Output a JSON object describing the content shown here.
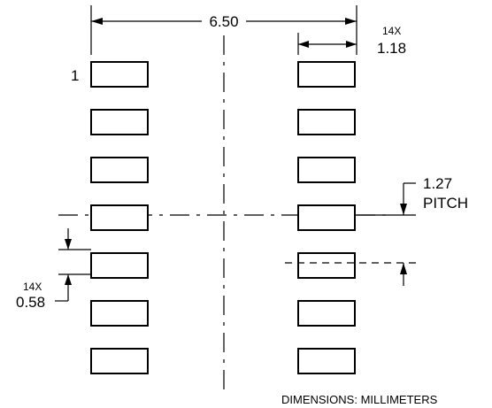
{
  "labels": {
    "overall_width": "6.50",
    "pad_length_count": "14X",
    "pad_length": "1.18",
    "pin_one": "1",
    "pitch_value": "1.27",
    "pitch_word": "PITCH",
    "pad_width_count": "14X",
    "pad_width": "0.58",
    "units_note": "DIMENSIONS: MILLIMETERS"
  },
  "pads": {
    "per_side": 7,
    "columns": [
      "left",
      "right"
    ]
  }
}
